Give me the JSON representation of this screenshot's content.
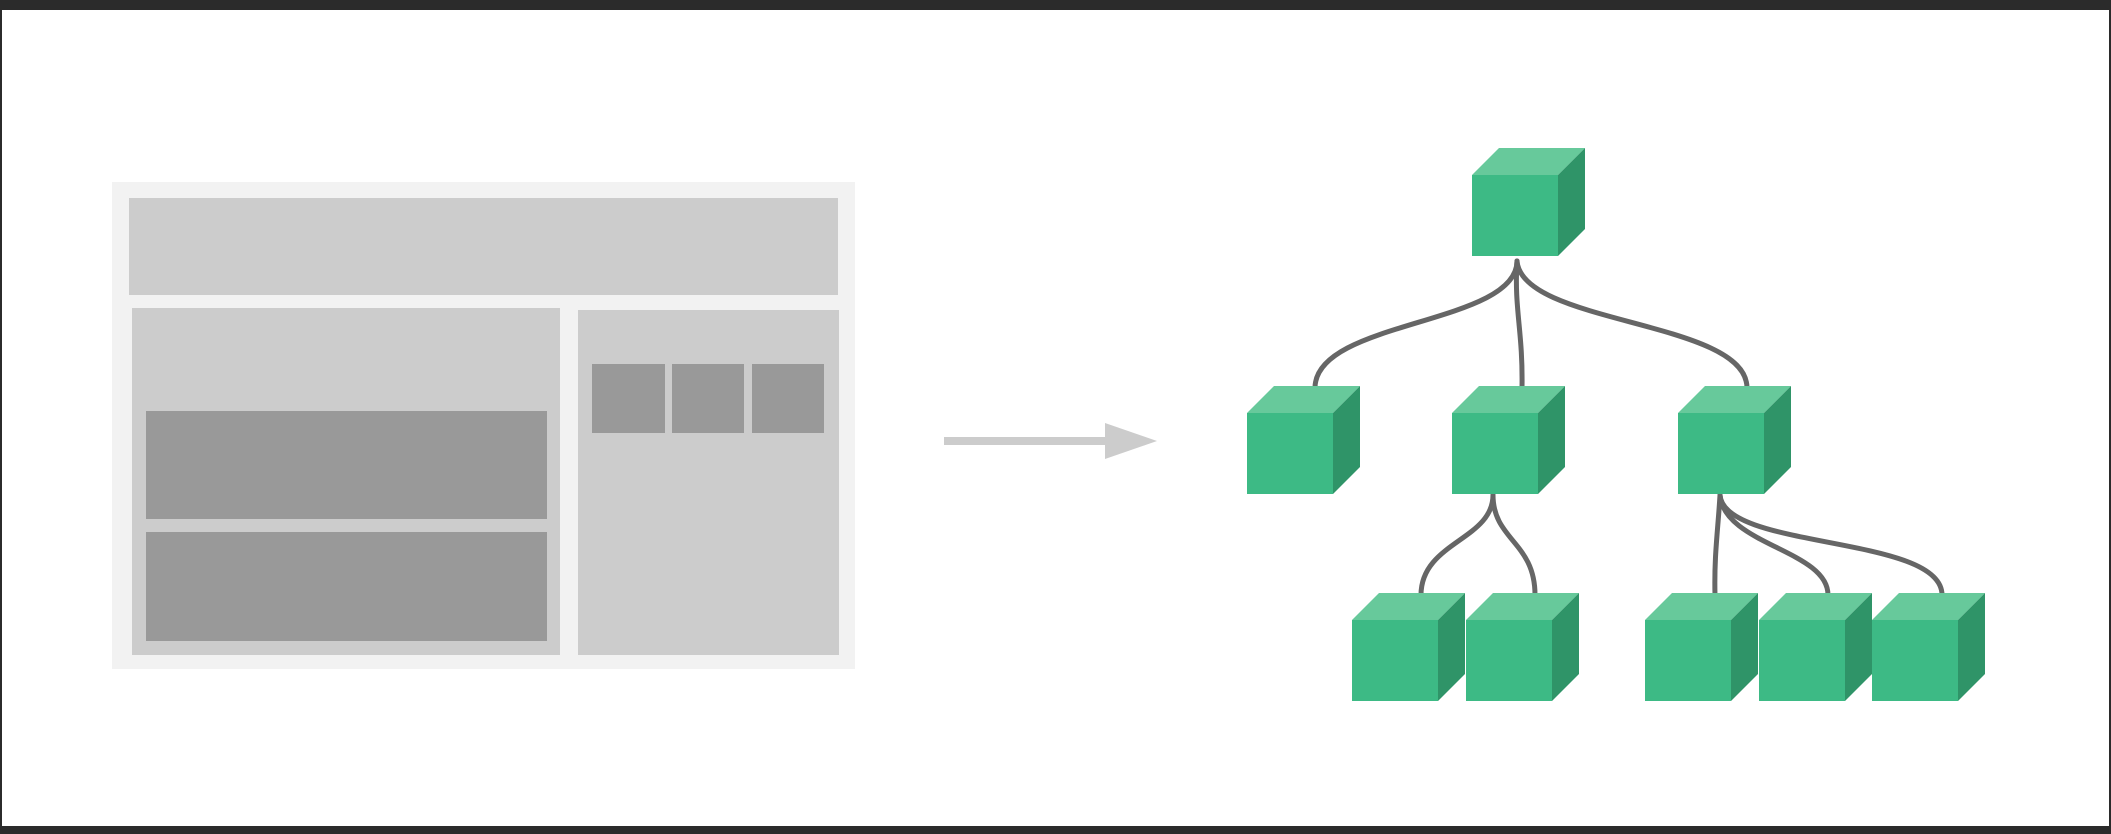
{
  "colors": {
    "background": "#ffffff",
    "frame": "#2b2b2b",
    "wireframe_outer": "#f2f2f2",
    "wireframe_region": "#cccccc",
    "wireframe_block": "#999999",
    "arrow": "#cccccc",
    "cube_front": "#3dba85",
    "cube_top": "#67c99b",
    "cube_side": "#2f9468",
    "tree_line": "#666666"
  },
  "icons": {
    "arrow": "right-arrow-icon",
    "component": "cube-icon"
  },
  "wireframe": {
    "sidebar_tile_count": 3,
    "main_block_count": 2
  },
  "tree": {
    "depth": 3,
    "nodes_per_level": [
      1,
      3,
      5
    ],
    "children": [
      {
        "children": []
      },
      {
        "children": [
          {},
          {}
        ]
      },
      {
        "children": [
          {},
          {},
          {}
        ]
      }
    ]
  }
}
